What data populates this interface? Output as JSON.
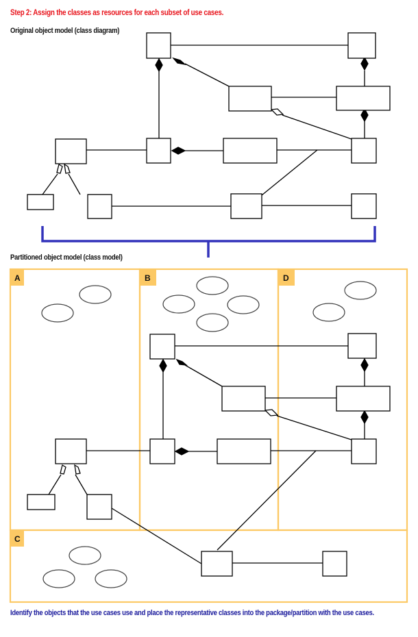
{
  "title": "Step 2: Assign the classes as resources for each subset of use cases.",
  "original_model": {
    "label": "Original object model (class diagram)"
  },
  "partitioned_model": {
    "label": "Partitioned object model (class model)",
    "packages": [
      {
        "id": "A",
        "label": "A",
        "use_case_count": 2
      },
      {
        "id": "B",
        "label": "B",
        "use_case_count": 4
      },
      {
        "id": "D",
        "label": "D",
        "use_case_count": 2
      },
      {
        "id": "C",
        "label": "C",
        "use_case_count": 3
      }
    ]
  },
  "caption": "Identify the objects that the use cases use and place the representative classes into the package/partition with the use cases.",
  "colors": {
    "title": "#e8141c",
    "caption": "#1a1a9c",
    "bracket": "#3333bb",
    "package_border": "#fcc965",
    "package_tag": "#fcc965",
    "line": "#000000"
  }
}
